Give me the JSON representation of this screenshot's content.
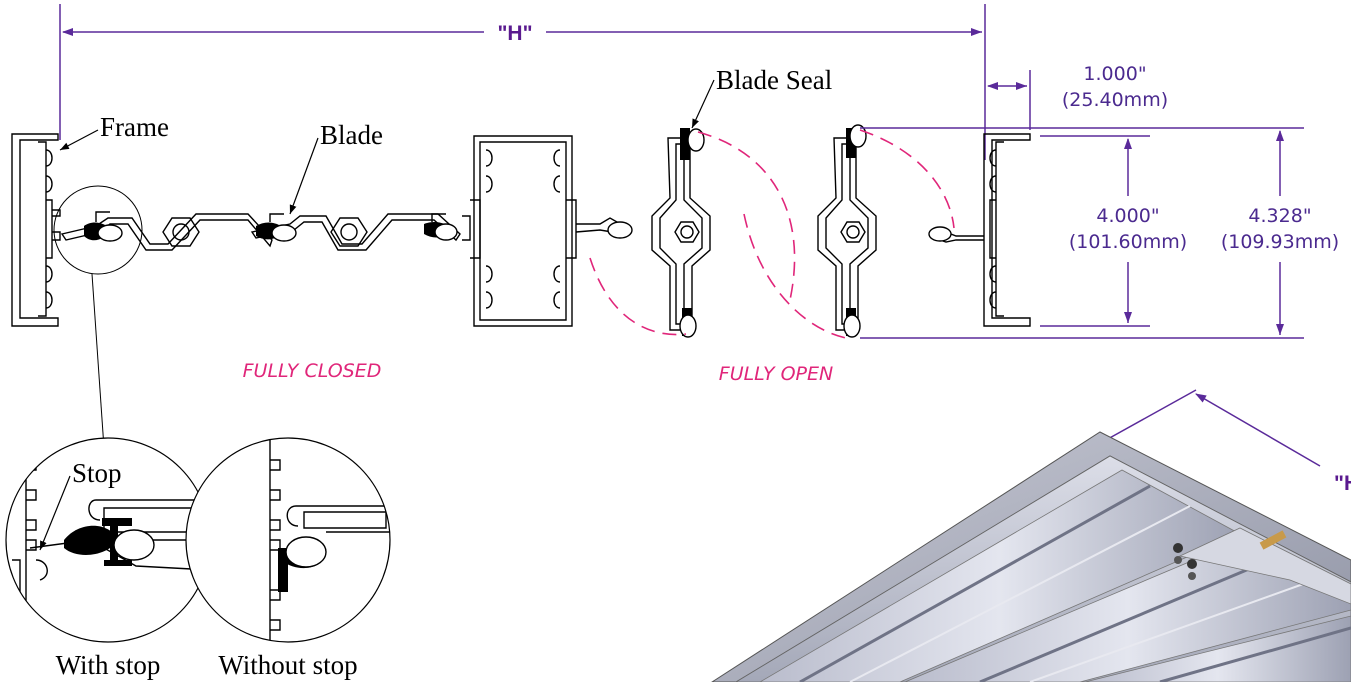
{
  "dimensions": {
    "overall_width": "\"H\"",
    "overall_width_iso_partial": "\"H",
    "flange_depth_in": "1.000\"",
    "flange_depth_mm": "(25.40mm)",
    "blade_width_in": "4.000\"",
    "blade_width_mm": "(101.60mm)",
    "frame_depth_in": "4.328\"",
    "frame_depth_mm": "(109.93mm)"
  },
  "callouts": {
    "frame": "Frame",
    "blade": "Blade",
    "blade_seal": "Blade Seal",
    "stop": "Stop"
  },
  "states": {
    "closed": "FULLY CLOSED",
    "open": "FULLY OPEN"
  },
  "details": {
    "with_stop": "With stop",
    "without_stop": "Without stop"
  },
  "colors": {
    "dimension": "#5a2a9a",
    "state_label": "#e0267a",
    "rotation_arc": "#e0267a",
    "linework": "#000000"
  }
}
